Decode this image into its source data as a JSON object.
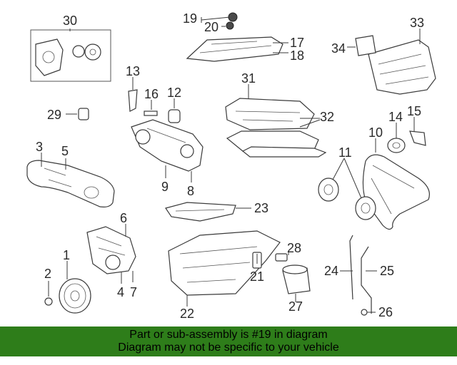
{
  "callouts": {
    "n1": "1",
    "n2": "2",
    "n3": "3",
    "n4": "4",
    "n5": "5",
    "n6": "6",
    "n7": "7",
    "n8": "8",
    "n9": "9",
    "n10": "10",
    "n11": "11",
    "n12": "12",
    "n13": "13",
    "n14": "14",
    "n15": "15",
    "n16": "16",
    "n17": "17",
    "n18": "18",
    "n19": "19",
    "n20": "20",
    "n21": "21",
    "n22": "22",
    "n23": "23",
    "n24": "24",
    "n25": "25",
    "n26": "26",
    "n27": "27",
    "n28": "28",
    "n29": "29",
    "n30": "30",
    "n31": "31",
    "n32": "32",
    "n33": "33",
    "n34": "34"
  },
  "highlight_color": "#2e7d1a",
  "footer": {
    "line1": "Part or sub-assembly is #19 in diagram",
    "line2": "Diagram may not be specific to your vehicle"
  }
}
